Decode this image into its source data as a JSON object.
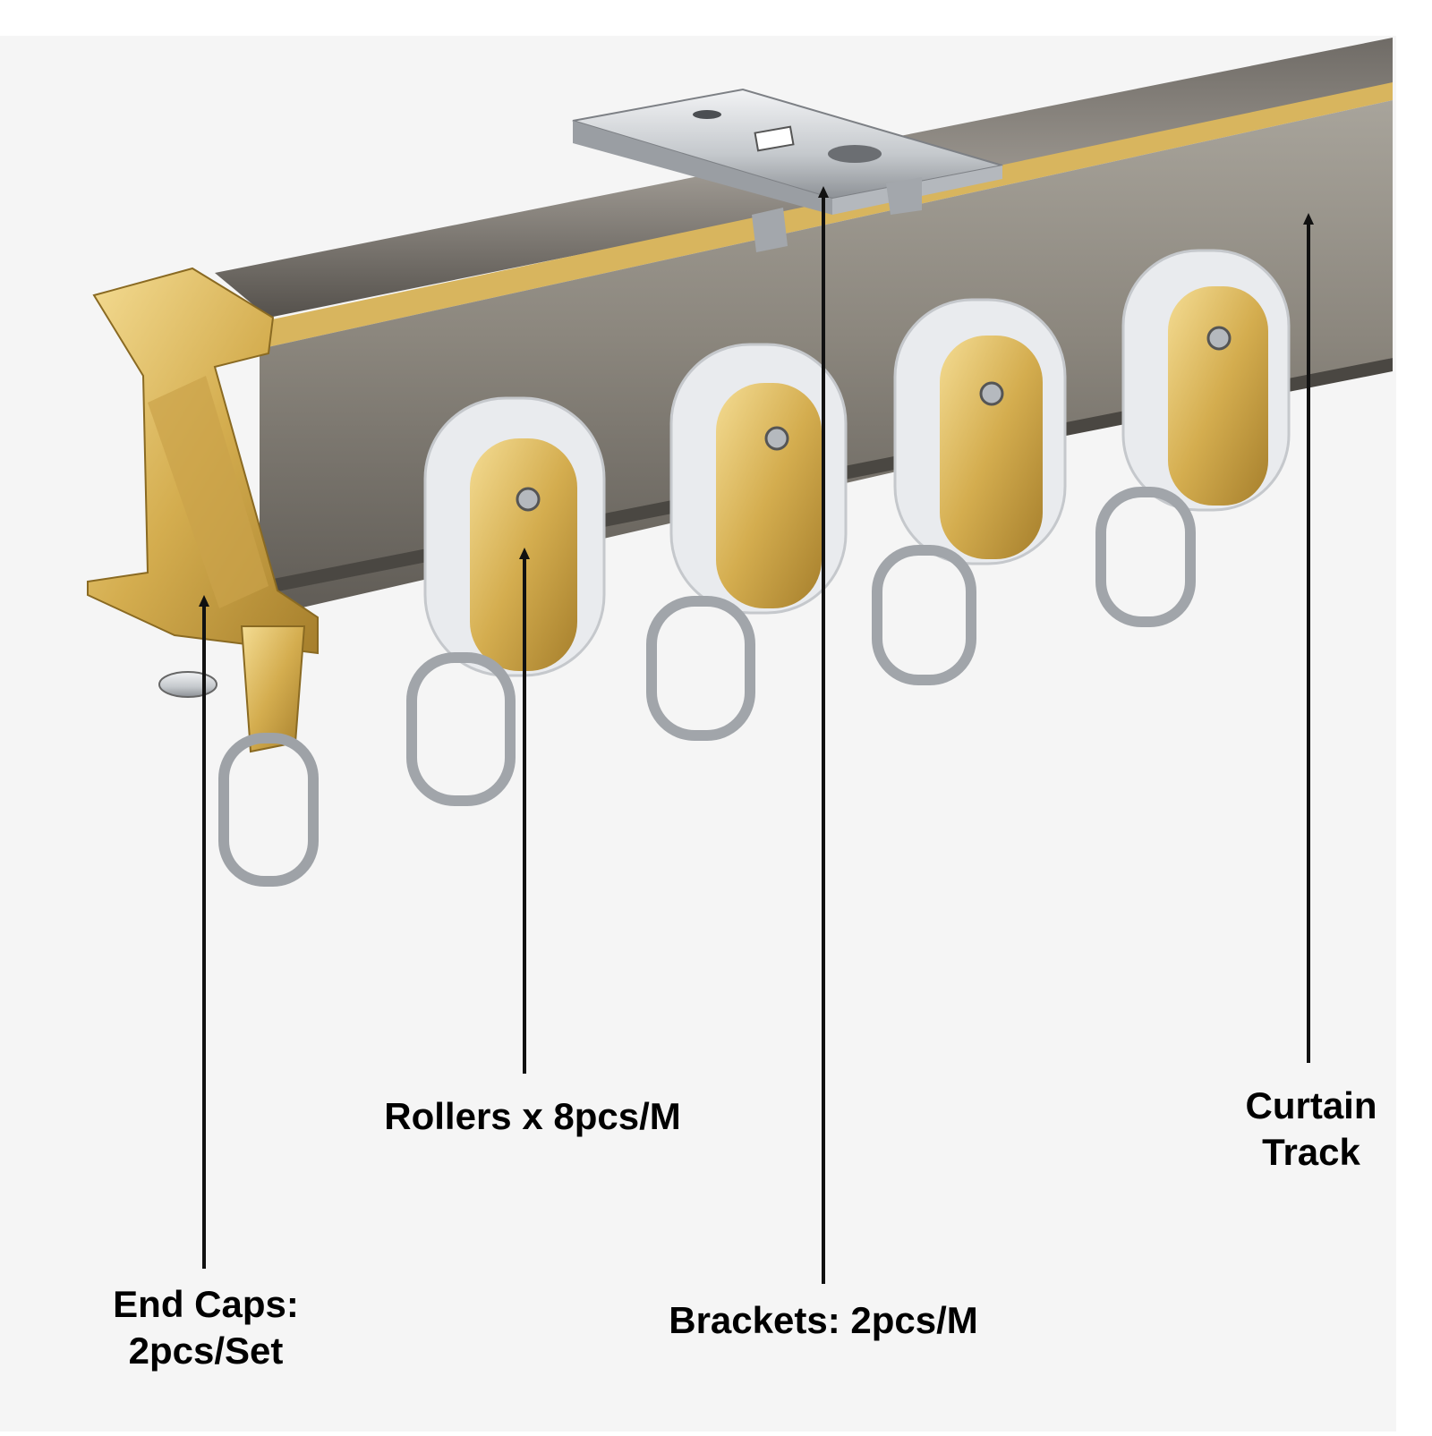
{
  "labels": {
    "end_caps": {
      "line1": "End Caps:",
      "line2": "2pcs/Set"
    },
    "rollers": "Rollers x 8pcs/M",
    "brackets": "Brackets: 2pcs/M",
    "curtain_track": {
      "line1": "Curtain",
      "line2": "Track"
    }
  },
  "colors": {
    "background": "#f5f5f5",
    "track_body": "#8a857c",
    "gold": "#d7b25a",
    "silver": "#c9ccd0",
    "roller_white": "#eef0f2",
    "leader_line": "#111111"
  }
}
